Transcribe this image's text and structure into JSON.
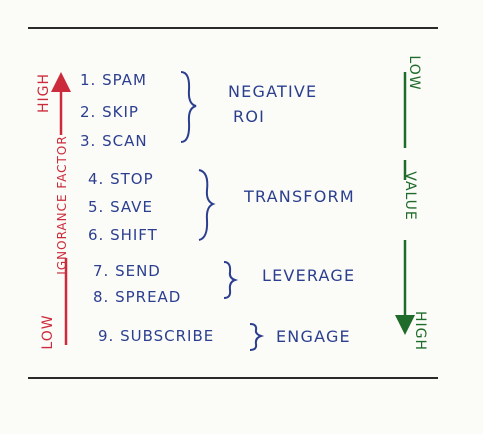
{
  "items": [
    {
      "text": "1. SPAM"
    },
    {
      "text": "2. SKIP"
    },
    {
      "text": "3. SCAN"
    },
    {
      "text": "4. STOP"
    },
    {
      "text": "5. SAVE"
    },
    {
      "text": "6. SHIFT"
    },
    {
      "text": "7. SEND"
    },
    {
      "text": "8. SPREAD"
    },
    {
      "text": "9. SUBSCRIBE"
    }
  ],
  "groups": [
    {
      "line1": "NEGATIVE",
      "line2": "ROI"
    },
    {
      "line1": "TRANSFORM"
    },
    {
      "line1": "LEVERAGE"
    },
    {
      "line1": "ENGAGE"
    }
  ],
  "left_axis": {
    "label": "IGNORANCE FACTOR",
    "top_label": "HIGH",
    "bottom_label": "LOW",
    "color": "#cc2b3b"
  },
  "right_axis": {
    "label": "VALUE",
    "top_label": "LOW",
    "bottom_label": "HIGH",
    "color": "#1f6b2a"
  },
  "ink_color": "#2c3f8f"
}
